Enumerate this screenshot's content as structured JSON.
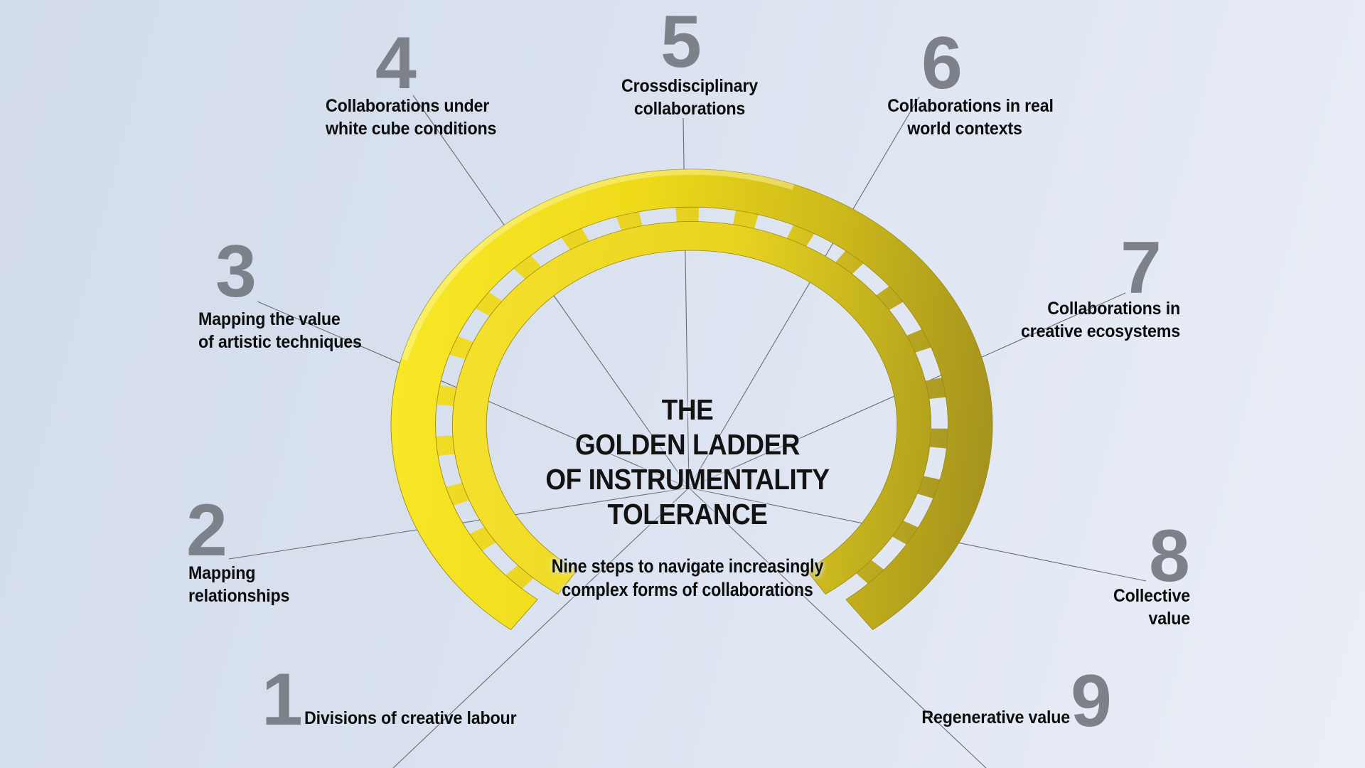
{
  "center": {
    "title_lines": [
      "THE",
      "GOLDEN LADDER",
      "OF INSTRUMENTALITY",
      "TOLERANCE"
    ],
    "subtitle_lines": [
      "Nine steps to navigate increasingly",
      "complex forms of collaborations"
    ]
  },
  "steps": [
    {
      "number": "1",
      "lines": [
        "Divisions of creative labour"
      ]
    },
    {
      "number": "2",
      "lines": [
        "Mapping",
        "relationships"
      ]
    },
    {
      "number": "3",
      "lines": [
        "Mapping the value",
        "of artistic techniques"
      ]
    },
    {
      "number": "4",
      "lines": [
        "Collaborations under",
        "white cube conditions"
      ]
    },
    {
      "number": "5",
      "lines": [
        "Crossdisciplinary",
        "collaborations"
      ]
    },
    {
      "number": "6",
      "lines": [
        "Collaborations in real",
        "world contexts"
      ]
    },
    {
      "number": "7",
      "lines": [
        "Collaborations in",
        "creative ecosystems"
      ]
    },
    {
      "number": "8",
      "lines": [
        "Collective",
        "value"
      ]
    },
    {
      "number": "9",
      "lines": [
        "Regenerative value"
      ]
    }
  ],
  "colors": {
    "background_start": "#d3dcea",
    "background_end": "#eaeef7",
    "number_gray": "#7d818a",
    "text_black": "#0d0d0d",
    "line_gray": "#4b4e54",
    "ladder_bright_yellow": "#f2de1a",
    "ladder_mid_yellow": "#d9c41c",
    "ladder_dark_olive": "#a3911e"
  }
}
